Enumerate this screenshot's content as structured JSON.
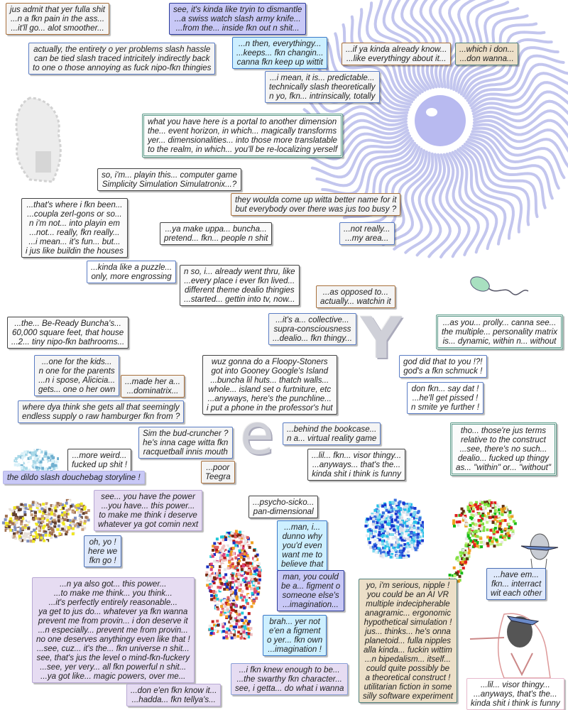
{
  "colors": {
    "spiral": "#c3c6ee",
    "sphere": "#b8baf0",
    "brown": "#a8703c",
    "blue": "#5a7cc4",
    "violet": "#c8c8f6",
    "cyan": "#cdefff",
    "tan": "#ecdfc8",
    "lavender": "#e6dcf2"
  },
  "decor": {
    "letter_y": "Y",
    "letter_e": "e"
  },
  "bubbles": [
    {
      "text": "jus admit that yer fulla shit\n...n a fkn pain in the ass...\n...it'll go... alot smoother..."
    },
    {
      "text": "see, it's kinda like tryin to dismantle\n...a swiss watch slash army knife...\n...from the... inside fkn out n shit..."
    },
    {
      "text": "actually, the entirety o yer problems slash hassle\ncan be tied slash traced intricitely indirectly back\nto one o those annoying as fuck nipo-fkn thingies"
    },
    {
      "text": "...n then, everythingy...\n...keeps... fkn changin...\ncanna fkn keep up wittit"
    },
    {
      "text": "...if ya kinda already know...\n...like everythingy about it..."
    },
    {
      "text": "...which i don...\n...don wanna..."
    },
    {
      "text": "...i mean, it is... predictable...\ntechnically slash theoretically\nn yo, fkn... intrinsically, totally"
    },
    {
      "text": "what you have here is a portal to another dimension\nthe... event horizon, in which... magically transforms\nyer... dimensionalities... into those more translatable\nto the realm, in which... you'll be re-localizing yerself"
    },
    {
      "text": "so, i'm... playin this... computer game\nSimplicity Simulation Simulatronix...?"
    },
    {
      "text": "they woulda come up witta better name for it\nbut everybody over there was jus too busy ?"
    },
    {
      "text": "...that's where i fkn been...\n...coupla zerl-gons or so...\nn i'm not... into playin em\n...not... really, fkn really...\n...i mean... it's fun... but...\ni jus like buildin the houses"
    },
    {
      "text": "...ya make uppa... buncha...\npretend... fkn... people n shit"
    },
    {
      "text": "...not really...\n...my area..."
    },
    {
      "text": "...kinda like a puzzle...\nonly, more engrossing"
    },
    {
      "text": "n so, i... already went thru, like\n...every place i ever fkn lived...\ndifferent theme dealio thingies\n...started... gettin into tv, now..."
    },
    {
      "text": "...as opposed to...\nactually... watchin it"
    },
    {
      "text": "...it's a... collective...\nsupra-consciousness\n...dealio... fkn thingy..."
    },
    {
      "text": "...the... Be-Ready Buncha's...\n60,000 square feet, that house\n...2... tiny nipo-fkn bathrooms..."
    },
    {
      "text": "...as you... prolly... canna see...\nthe multiple... personality matrix\nis... dynamic, within n... without"
    },
    {
      "text": "...one for the kids...\nn one for the parents\n...n i spose, Alicicia...\ngets... one o her own"
    },
    {
      "text": "...made her a...\n...dominatrix..."
    },
    {
      "text": "wuz gonna do a Floopy-Stoners\ngot into Gooney Google's Island\n...buncha lil huts... thatch walls...\nwhole... island set o furtniture, etc\n...anyways, here's the punchline...\ni put a phone in the professor's hut"
    },
    {
      "text": "god did that to you !?!\ngod's a fkn schmuck !"
    },
    {
      "text": "where dya think she gets all that seemingly\nendless supply o raw hamburger fkn from ?"
    },
    {
      "text": "don fkn... say dat !\n...he'll get pissed !\nn smite ye further !"
    },
    {
      "text": "Sim the bud-cruncher ?\nhe's inna cage witta fkn\nracquetball innis mouth"
    },
    {
      "text": "...behind the bookcase...\nn a... virtual reality game"
    },
    {
      "text": "tho... those're jus terms\nrelative to the construct\n...see, there's no such...\ndealio... fucked up thingy\nas... \"within\" or... \"without\""
    },
    {
      "text": "...more weird...\nfucked up shit !"
    },
    {
      "text": "...lil... fkn... visor thingy...\n...anyways... that's the...\nkinda shit i think is funny"
    },
    {
      "text": "...poor\nTeegra"
    },
    {
      "text": "the dildo slash douchebag storyline !"
    },
    {
      "text": "see... you have the power\n...you have... this power...\nto make me think i deserve\nwhatever ya got comin next"
    },
    {
      "text": "...psycho-sicko...\npan-dimensional"
    },
    {
      "text": "oh, yo !\nhere we\nfkn go !"
    },
    {
      "text": "...man, i...\ndunno why\nyou'd even\nwant me to\nbelieve that"
    },
    {
      "text": "man, you could\nbe a... figment o\nsomeone else's\n...imagination..."
    },
    {
      "text": "...n ya also got... this power...\n...to make me think... you think...\n...it's perfectly entirely reasonable...\nya get to jus do... whatever ya fkn wanna\nprevent me from provin... i don deserve it\n...n especially... prevent me from provin...\nno one deserves anythingy even like that !\n...see, cuz... it's the... fkn universe n shit...\nsee, that's jus the level o mind-fkn-fuckery\n...see, yer very... all fkn powerful n shit...\n...ya got like... magic powers, over me..."
    },
    {
      "text": "brah... yer not\ne'en a figment\no yer... fkn own\n...imagination !"
    },
    {
      "text": "yo, i'm serious, nipple !\nyou could be an AI VR\nmultiple indecipherable\nanagramic... ergonomic\nhypothetical simulation !\njus... thinks... he's onna\nplanetoid... fulla nipples\nalla kinda... fuckin wittim\n...n bipedalism... itself...\ncould quite possibly be\na theoretical construct !\nutilitarian fiction in some\nsilly software experiment"
    },
    {
      "text": "...have em...\nfkn... interract\nwit each other"
    },
    {
      "text": "...i fkn knew enough to be...\n...the swarthy fkn character...\nsee, i getta... do what i wanna"
    },
    {
      "text": "...don e'en fkn know it...\n...hadda... fkn tellya's..."
    },
    {
      "text": "...lil... visor thingy...\n...anyways, that's the...\nkinda shit i think is funny"
    }
  ]
}
